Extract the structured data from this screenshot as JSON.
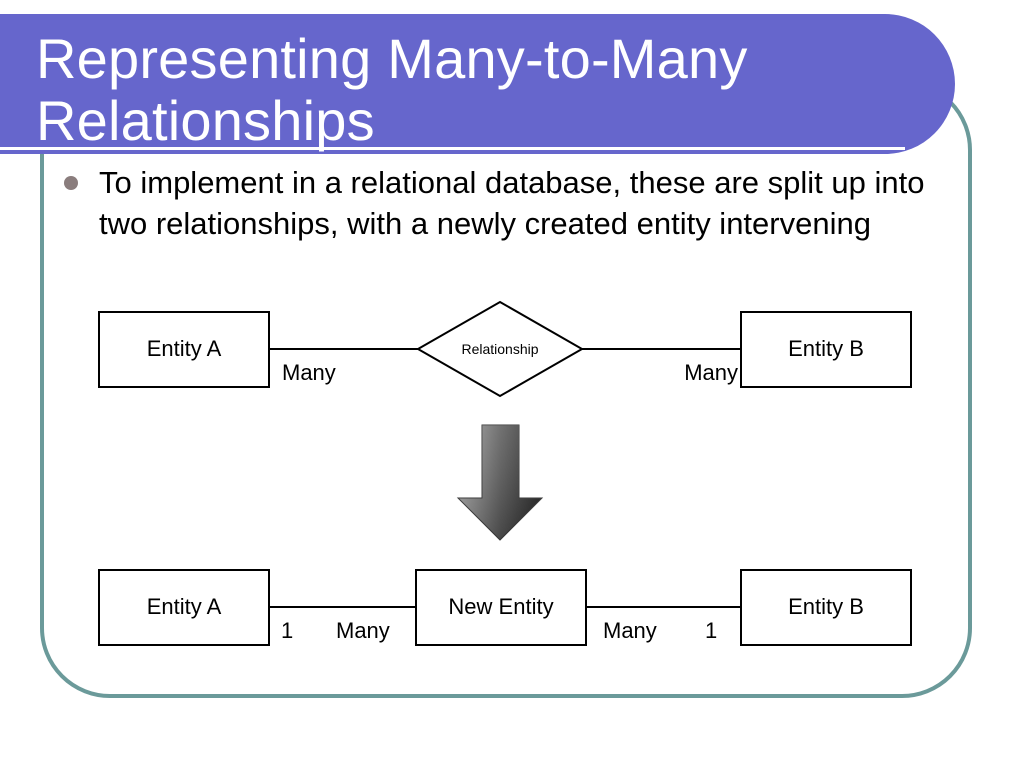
{
  "slide": {
    "title": "Representing Many-to-Many Relationships",
    "bullet": "To implement in a relational database, these are split up into two relationships, with a newly created entity intervening"
  },
  "diagram_top": {
    "entity_a": "Entity A",
    "relationship": "Relationship",
    "entity_b": "Entity B",
    "card_left": "Many",
    "card_right": "Many"
  },
  "arrow": {
    "icon": "down-arrow-icon",
    "colors": [
      "#9a9a9a",
      "#2a2a2a"
    ]
  },
  "diagram_bottom": {
    "entity_a": "Entity A",
    "new_entity": "New Entity",
    "entity_b": "Entity B",
    "card_a_1": "1",
    "card_a_many": "Many",
    "card_b_many": "Many",
    "card_b_1": "1"
  },
  "colors": {
    "title_band": "#6666cc",
    "frame_border": "#6b9a9a",
    "bullet": "#8a7d7d"
  }
}
